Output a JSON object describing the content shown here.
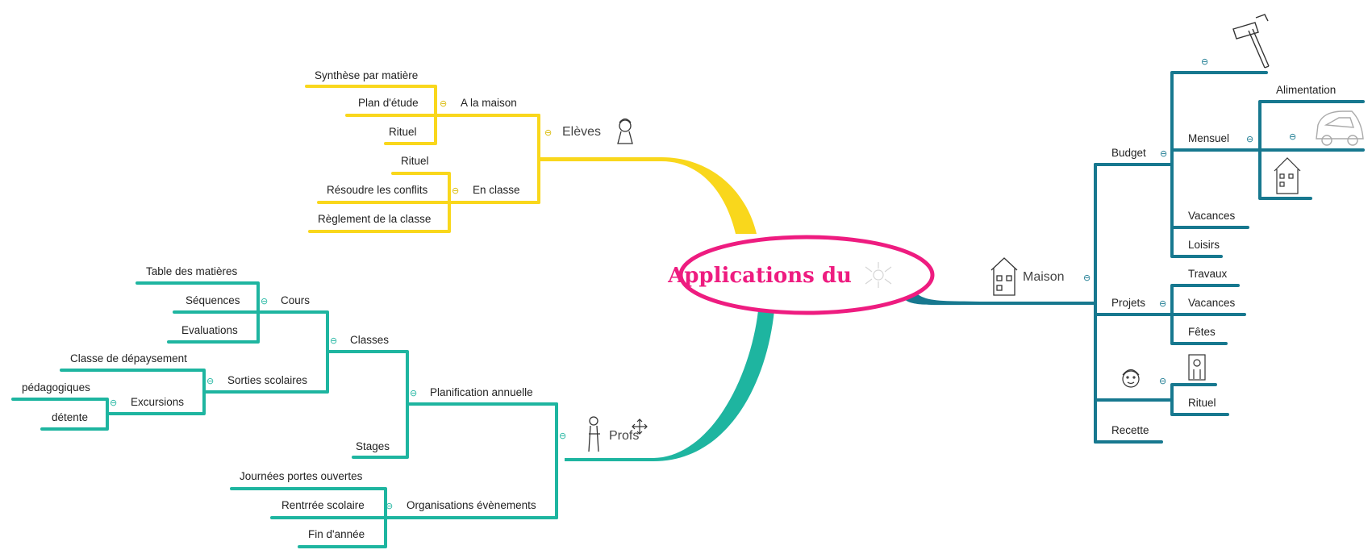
{
  "colors": {
    "eleves": "#f9d71c",
    "profs": "#1eb5a0",
    "maison": "#17788f",
    "central_border": "#ee1c80",
    "central_text": "#ee1c80"
  },
  "central": {
    "title": "Applications du"
  },
  "eleves": {
    "label": "Elèves",
    "a_la_maison": {
      "label": "A la maison",
      "items": [
        "Synthèse par matière",
        "Plan d'étude",
        "Rituel"
      ]
    },
    "en_classe": {
      "label": "En classe",
      "items": [
        "Rituel",
        "Résoudre les conflits",
        "Règlement de la classe"
      ]
    }
  },
  "profs": {
    "label": "Profs",
    "planification": {
      "label": "Planification annuelle",
      "classes": {
        "label": "Classes",
        "cours": {
          "label": "Cours",
          "items": [
            "Table des matières",
            "Séquences",
            "Evaluations"
          ]
        },
        "sorties": {
          "label": "Sorties scolaires",
          "depaysement": "Classe de dépaysement",
          "excursions": {
            "label": "Excursions",
            "items": [
              "pédagogiques",
              "détente"
            ]
          }
        }
      },
      "stages": "Stages"
    },
    "organisations": {
      "label": "Organisations évènements",
      "items": [
        "Journées portes ouvertes",
        "Rentrrée scolaire",
        "Fin d'année"
      ]
    }
  },
  "maison": {
    "label": "Maison",
    "budget": {
      "label": "Budget",
      "mensuel": {
        "label": "Mensuel",
        "alimentation": "Alimentation"
      },
      "vacances": "Vacances",
      "loisirs": "Loisirs"
    },
    "projets": {
      "label": "Projets",
      "items": [
        "Travaux",
        "Vacances",
        "Fêtes"
      ]
    },
    "rituel": "Rituel",
    "recette": "Recette"
  },
  "icons": [
    "hammer-icon",
    "car-icon",
    "house-icon",
    "child-icon",
    "door-icon",
    "girl-icon",
    "teacher-icon",
    "move-cursor-icon",
    "splash-icon"
  ]
}
